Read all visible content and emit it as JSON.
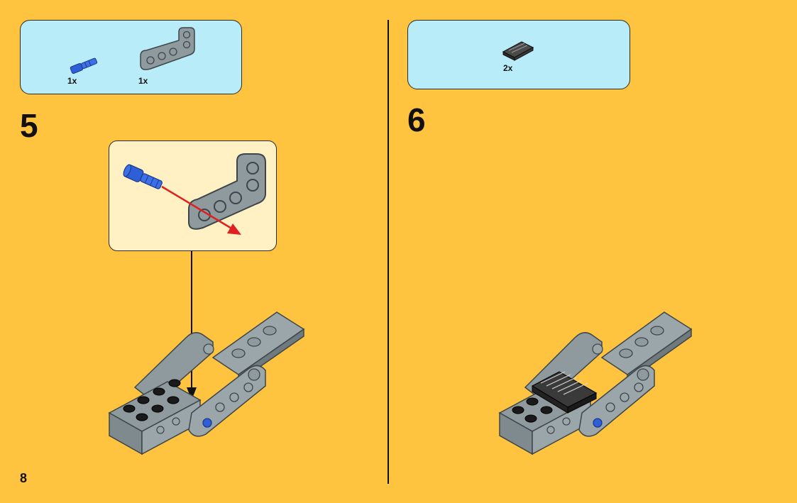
{
  "page": {
    "number": "8"
  },
  "step5": {
    "number": "5",
    "parts": [
      {
        "qty": "1x",
        "icon": "blue-axle-pin-icon",
        "color": "#2F5FD6"
      },
      {
        "qty": "1x",
        "icon": "gray-angled-beam-icon",
        "color": "#8E9A9E"
      }
    ],
    "callout": {
      "arrow_color": "#E02020",
      "pointer_color": "#111111"
    }
  },
  "step6": {
    "number": "6",
    "parts": [
      {
        "qty": "2x",
        "icon": "dark-slope-brick-icon",
        "color": "#3A3A3A"
      }
    ]
  },
  "colors": {
    "background": "#FFC43F",
    "parts_box": "#B7ECF8",
    "callout_box": "#FFF1C4",
    "brick_gray": "#8E9A9E",
    "brick_black": "#111111",
    "pin_blue": "#2F5FD6"
  }
}
